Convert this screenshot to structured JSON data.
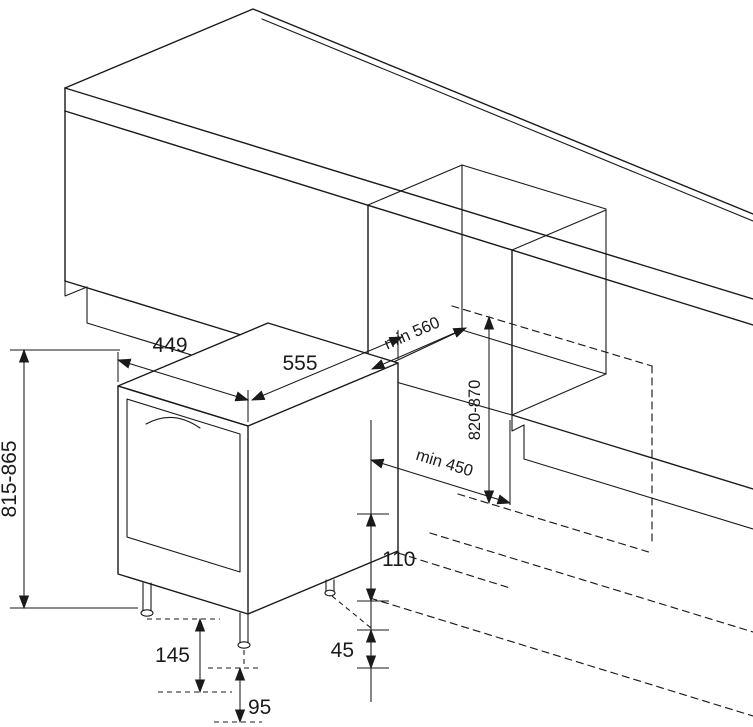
{
  "labels": {
    "width": "449",
    "depth": "555",
    "height": "815-865",
    "niche_depth": "min 560",
    "niche_height": "820-870",
    "niche_width": "min 450",
    "dim_110": "110",
    "dim_145": "145",
    "dim_45": "45",
    "dim_95": "95"
  },
  "colors": {
    "line": "#1a1a1a",
    "background": "#ffffff"
  }
}
